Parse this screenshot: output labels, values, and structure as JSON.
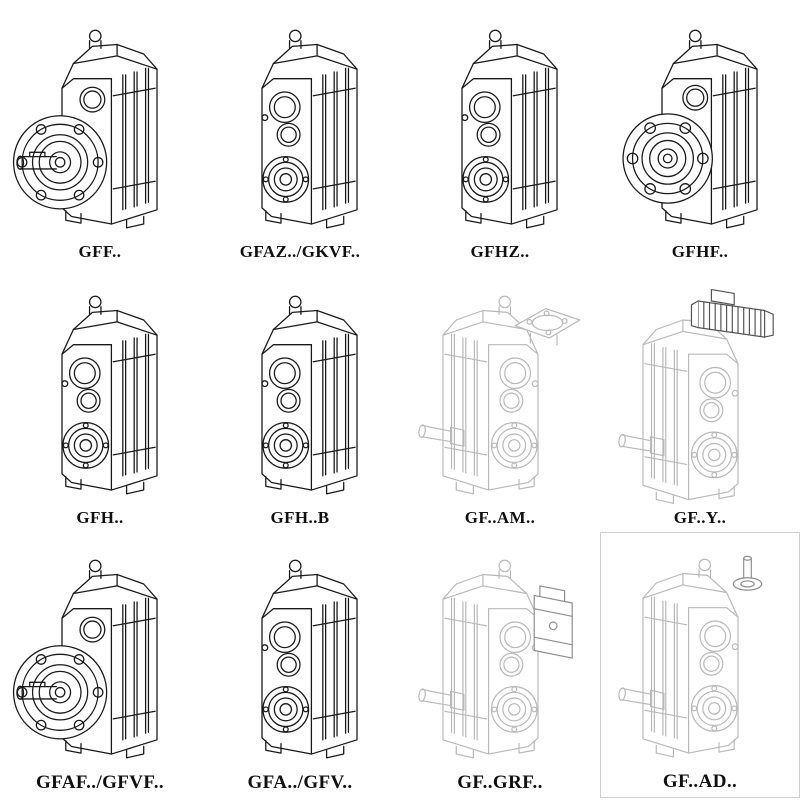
{
  "page": {
    "background_color": "#ffffff",
    "line_color": "#1a1a1a",
    "light_line_color": "#b9b9b9"
  },
  "cells": [
    {
      "label": "GFF..",
      "drawing": "gearbox-flange-with-shaft-icon",
      "symbol": "#sym-flange-shaft"
    },
    {
      "label": "GFAZ../GKVF..",
      "drawing": "gearbox-hollow-bearing-face-icon",
      "symbol": "#sym-hollow"
    },
    {
      "label": "GFHZ..",
      "drawing": "gearbox-hollow-shaft-icon",
      "symbol": "#sym-hollow"
    },
    {
      "label": "GFHF..",
      "drawing": "gearbox-flange-hollow-icon",
      "symbol": "#sym-flange-hollow"
    },
    {
      "label": "GFH..",
      "drawing": "gearbox-hollow-bearing-face-icon",
      "symbol": "#sym-hollow"
    },
    {
      "label": "GFH..B",
      "drawing": "gearbox-hollow-with-base-icon",
      "symbol": "#sym-hollow"
    },
    {
      "label": "GF..AM..",
      "drawing": "gearbox-with-motor-adapter-icon",
      "symbol": "#sym-light-am"
    },
    {
      "label": "GF..Y..",
      "drawing": "gearbox-with-mounted-motor-icon",
      "symbol": "#sym-light-motor"
    },
    {
      "label": "GFAF../GFVF..",
      "drawing": "gearbox-flange-with-shaft-icon",
      "symbol": "#sym-flange-shaft"
    },
    {
      "label": "GFA../GFV..",
      "drawing": "gearbox-hollow-bearing-face-icon",
      "symbol": "#sym-hollow"
    },
    {
      "label": "GF..GRF..",
      "drawing": "gearbox-with-grf-attachment-icon",
      "symbol": "#sym-light-grf"
    },
    {
      "label": "GF..AD..",
      "drawing": "gearbox-with-input-adapter-icon",
      "symbol": "#sym-light-ad"
    }
  ]
}
